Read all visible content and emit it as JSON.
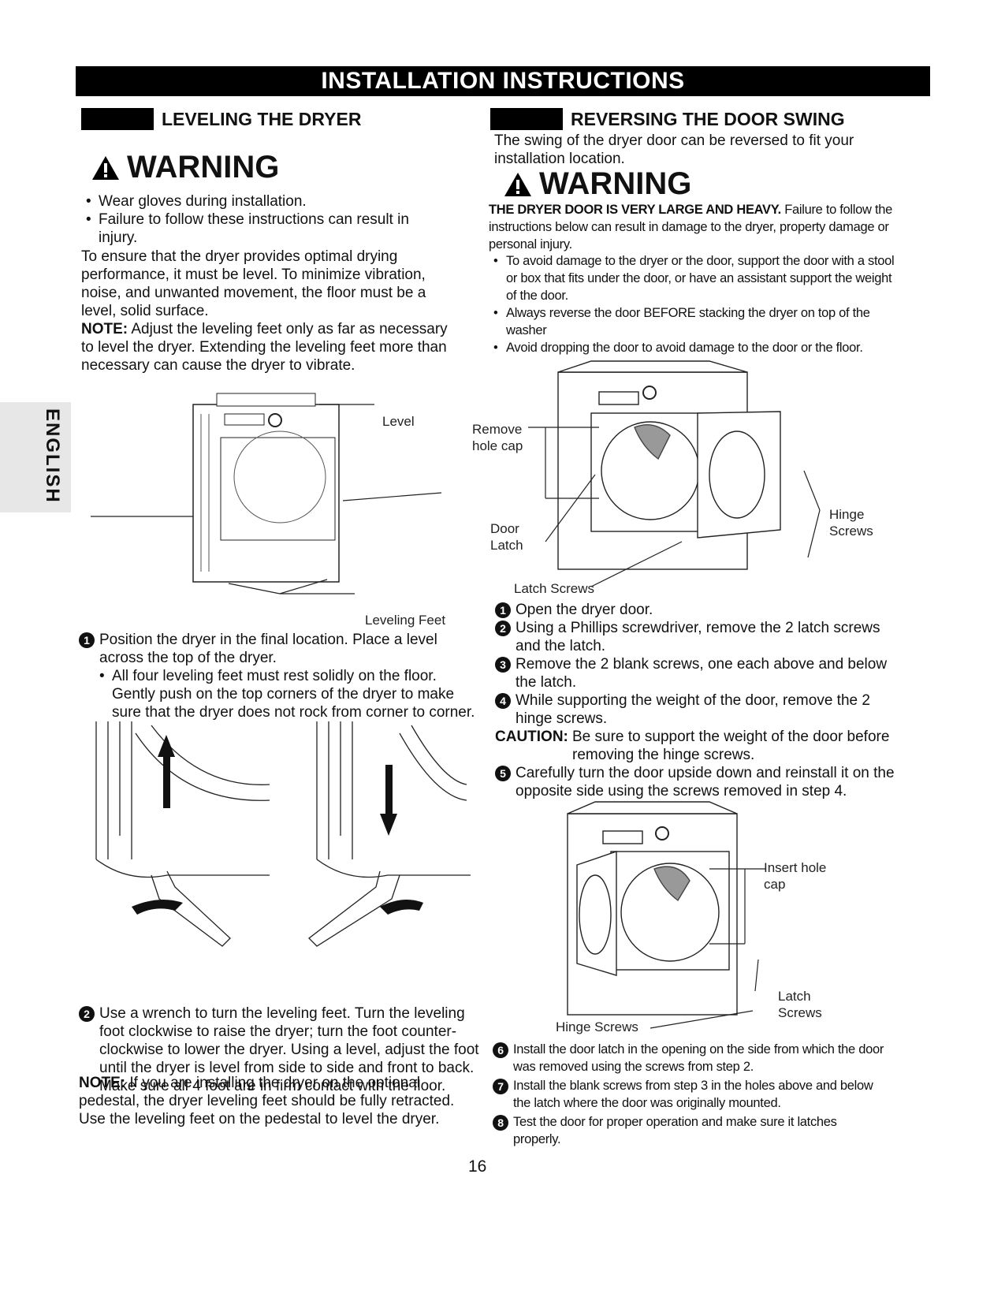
{
  "banner": "INSTALLATION INSTRUCTIONS",
  "side_tab": "ENGLISH",
  "left": {
    "title": "LEVELING THE DRYER",
    "warning": "WARNING",
    "bullets": [
      "Wear gloves during installation.",
      "Failure to follow these instructions can result in injury."
    ],
    "para1": "To ensure that the dryer provides optimal drying performance, it must be level. To minimize vibration, noise, and unwanted movement, the floor must be a level, solid surface.",
    "note_label": "NOTE:",
    "note_text": " Adjust the leveling feet only as far as necessary to level the dryer. Extending the leveling feet more than necessary can cause the dryer to vibrate.",
    "fig_level": "Level",
    "fig_feet": "Leveling Feet",
    "step1": "Position the dryer in the final location. Place a level across the top of the dryer.",
    "step1_sub": "All four leveling feet must rest solidly on the floor. Gently push on the top corners of the dryer to make sure that the dryer does not rock from corner to corner.",
    "step2": "Use a wrench to turn the leveling feet. Turn the leveling foot clockwise to raise the dryer; turn the foot counter-clockwise to lower the dryer. Using a level, adjust the foot until the dryer is level from side to side and front to back. Make sure all 4 foot are in firm contact with the floor.",
    "note2_label": "NOTE:",
    "note2_text": " If you are installing the dryer on the optional pedestal, the dryer leveling feet should be fully retracted. Use the leveling feet on the pedestal to level the dryer."
  },
  "right": {
    "title": "REVERSING THE DOOR SWING",
    "intro": "The swing of the dryer door can be reversed to fit your installation location.",
    "warning": "WARNING",
    "warn_bold": "THE DRYER DOOR IS VERY LARGE AND HEAVY.",
    "warn_text": " Failure to follow the instructions below can result in damage to the dryer, property damage or personal injury.",
    "warn_bullets": [
      "To avoid damage to the dryer or the door, support the door with a stool or box that fits under the door, or have an assistant support the weight of the door.",
      "Always reverse the door BEFORE stacking the dryer on top of the washer",
      "Avoid dropping the door to avoid damage to the door or the floor."
    ],
    "fig1": {
      "remove_cap": "Remove hole cap",
      "door_latch": "Door Latch",
      "latch_screws": "Latch Screws",
      "hinge_screws": "Hinge Screws"
    },
    "steps": [
      "Open the dryer door.",
      "Using a Phillips screwdriver, remove the 2 latch screws and the latch.",
      "Remove the 2 blank screws, one each above and below the latch.",
      "While supporting the weight of the door, remove the 2 hinge screws."
    ],
    "caution_label": "CAUTION:",
    "caution_text": "Be sure to support the weight of the door before removing the hinge screws.",
    "step5": "Carefully turn the door upside down and reinstall it on the opposite side using the screws removed in step 4.",
    "fig2": {
      "insert_cap": "Insert hole cap",
      "latch_screws": "Latch Screws",
      "hinge_screws": "Hinge Screws"
    },
    "steps_b": [
      "Install the door latch in the opening on the side from which the door was removed using the screws from step 2.",
      "Install the blank screws from step 3 in the holes above and below the latch where the door was originally mounted.",
      "Test the door for proper operation and make sure it latches properly."
    ]
  },
  "page_number": "16"
}
